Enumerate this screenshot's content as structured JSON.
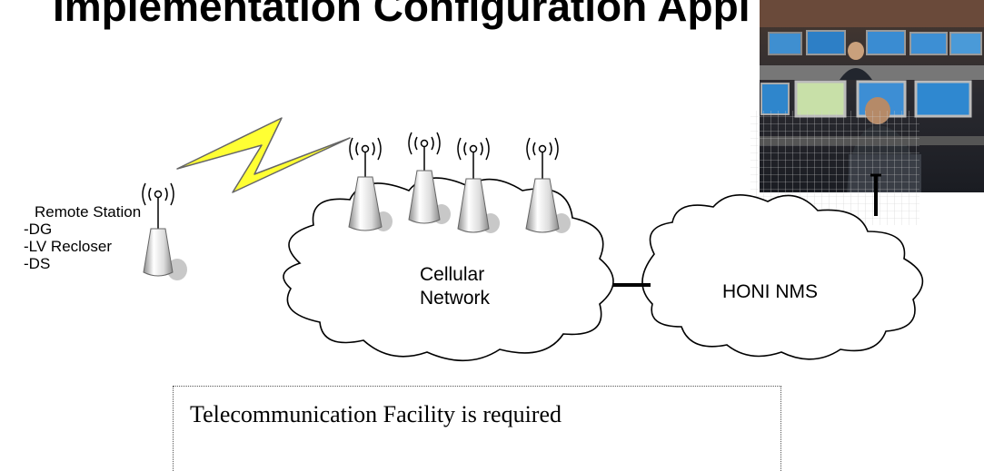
{
  "header": {
    "title": "Implementation Configuration Appl"
  },
  "remote_station": {
    "heading": "Remote Station",
    "items": [
      "-DG",
      "-LV Recloser",
      "-DS"
    ]
  },
  "cellular_cloud": {
    "line1": "Cellular",
    "line2": "Network"
  },
  "nms_cloud": {
    "label": "HONI NMS"
  },
  "note": {
    "text": "Telecommunication Facility is required"
  },
  "colors": {
    "lightning": "#ffff33",
    "antenna_fill": "#f2f2f2",
    "antenna_shadow": "#c8c8c8"
  },
  "icons": {
    "tower": "cell-tower-icon",
    "radio": "radio-waves-icon",
    "bolt": "lightning-bolt-icon",
    "photo": "control-room-photo"
  }
}
